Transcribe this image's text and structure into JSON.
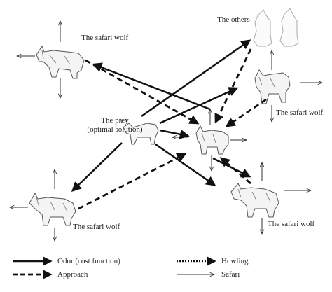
{
  "labels": {
    "wolf_top_left": "The safari wolf",
    "others": "The others",
    "wolf_right": "The safari wolf",
    "prey_line1": "The prey",
    "prey_line2": "(optimal solution)",
    "wolf_bottom_left": "The safari wolf",
    "wolf_bottom_right": "The safari wolf"
  },
  "legend": {
    "odor": "Odor (cost function)",
    "approach": "Approach",
    "howling": "Howling",
    "safari": "Safari"
  },
  "colors": {
    "ink": "#222222",
    "sketch": "#555555",
    "sketch_light": "#999999"
  }
}
